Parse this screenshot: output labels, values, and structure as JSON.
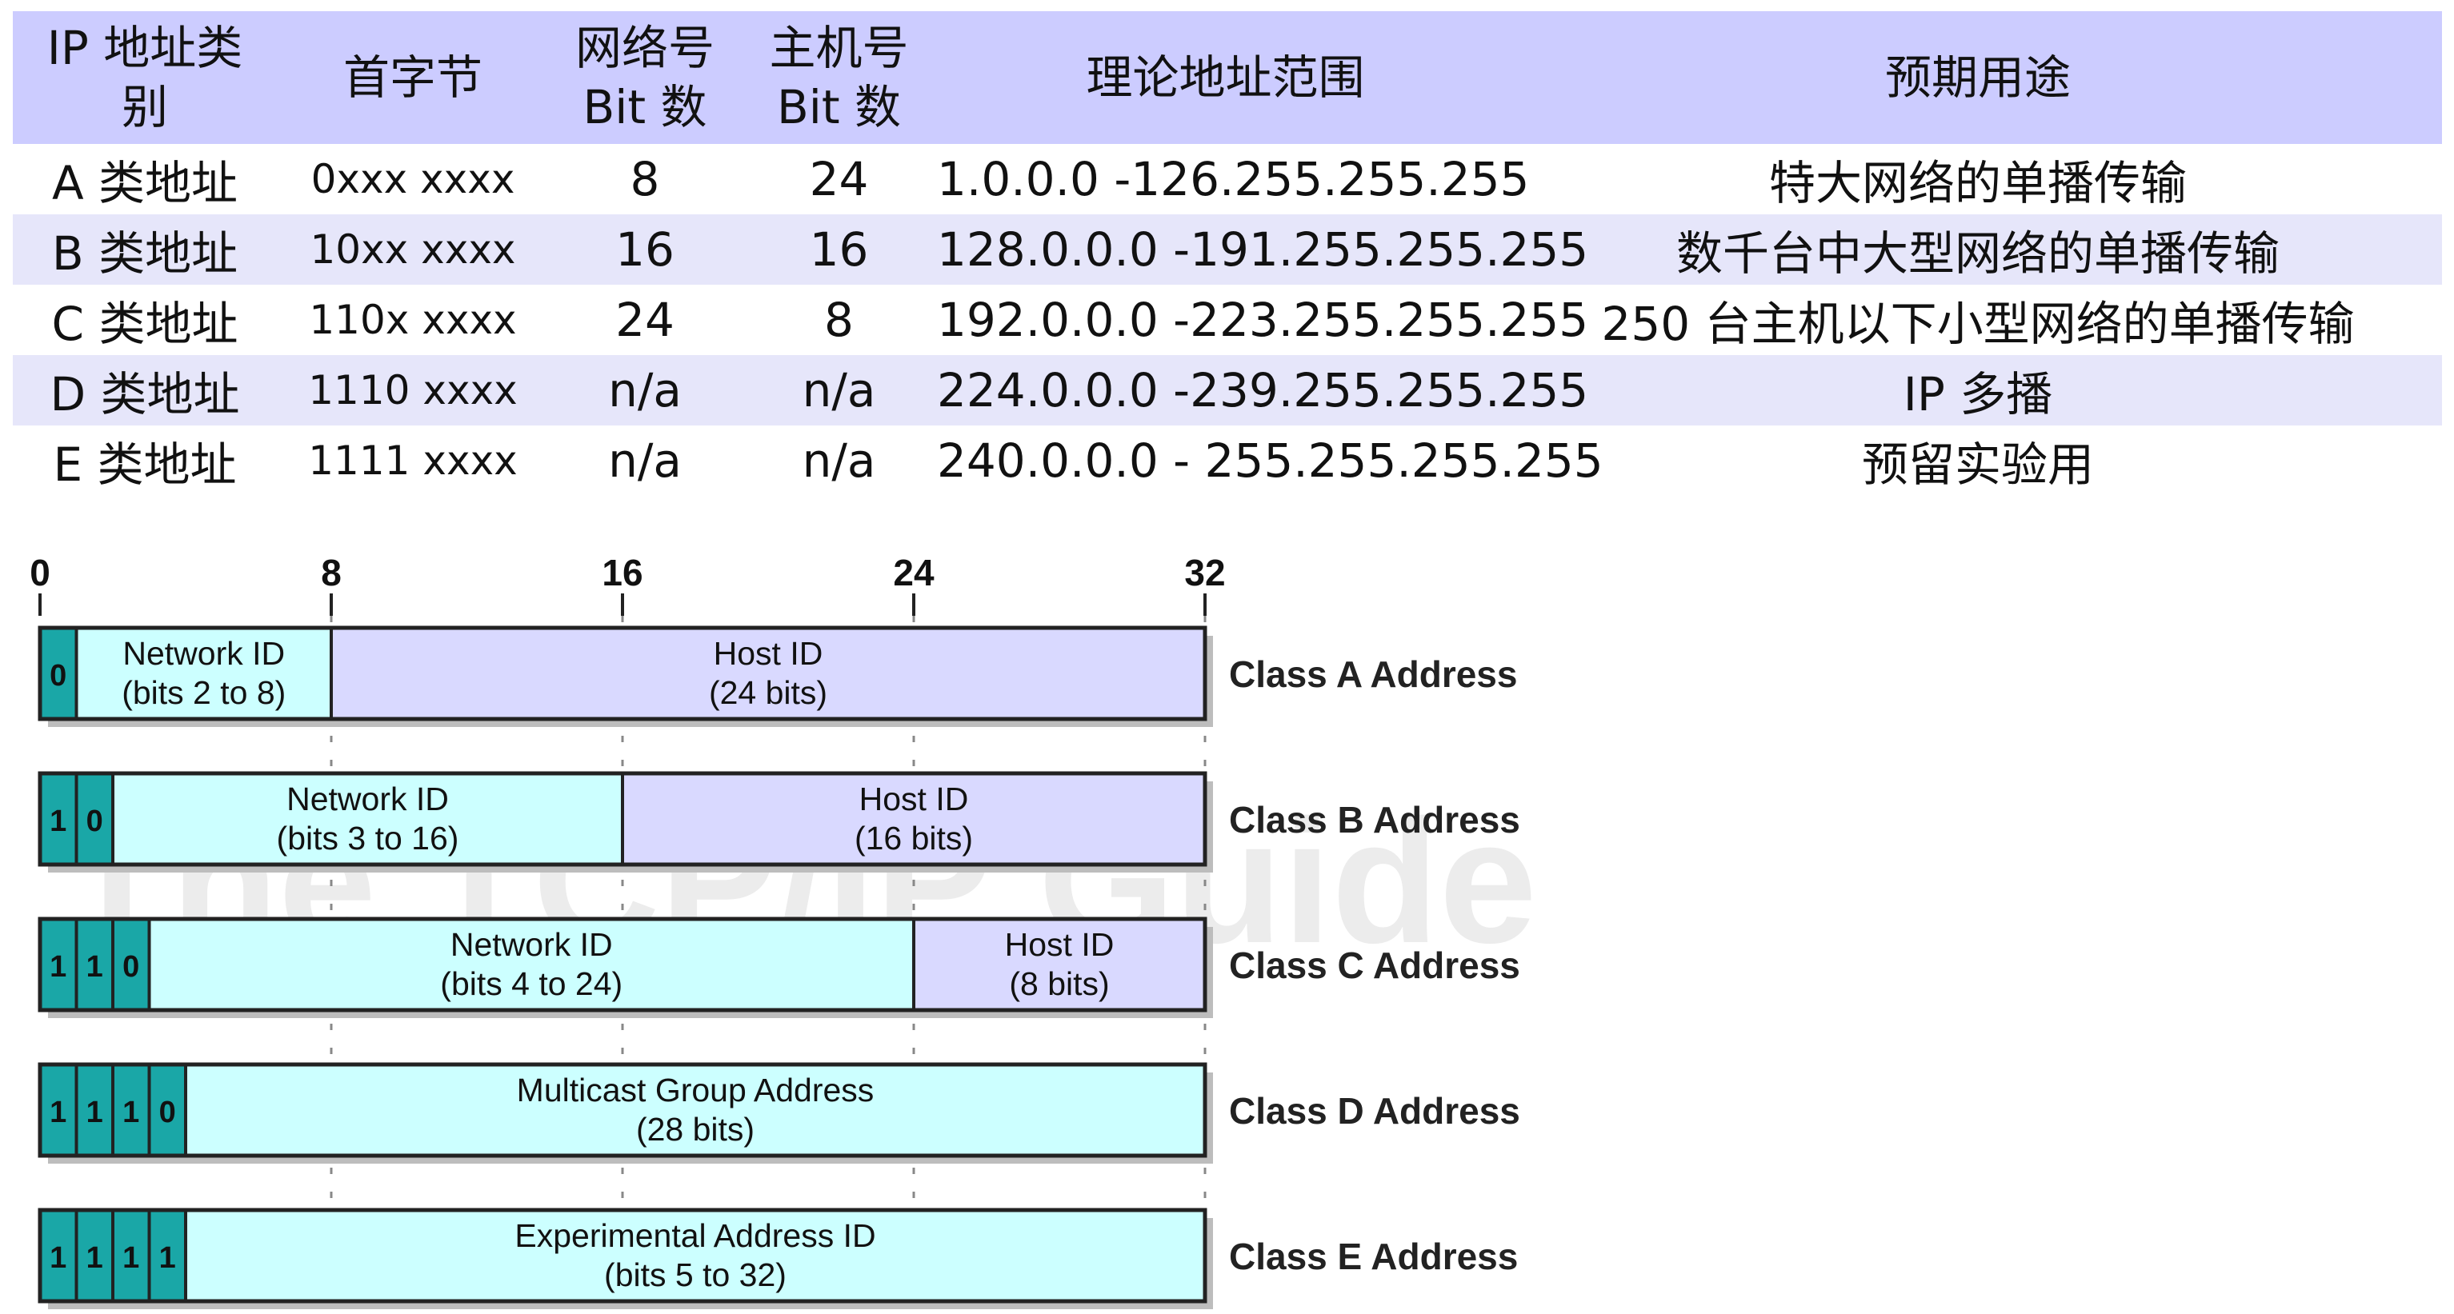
{
  "table": {
    "headers": [
      "IP 地址类别",
      "首字节",
      "网络号 Bit 数",
      "主机号 Bit 数",
      "理论地址范围",
      "预期用途"
    ],
    "rows": [
      {
        "cls": "A 类地址",
        "first_byte": "0xxx xxxx",
        "net_bits": "8",
        "host_bits": "24",
        "range": "1.0.0.0 -126.255.255.255",
        "use": "特大网络的单播传输"
      },
      {
        "cls": "B 类地址",
        "first_byte": "10xx xxxx",
        "net_bits": "16",
        "host_bits": "16",
        "range": "128.0.0.0 -191.255.255.255",
        "use": "数千台中大型网络的单播传输"
      },
      {
        "cls": "C 类地址",
        "first_byte": "110x xxxx",
        "net_bits": "24",
        "host_bits": "8",
        "range": "192.0.0.0 -223.255.255.255",
        "use": "250 台主机以下小型网络的单播传输"
      },
      {
        "cls": "D 类地址",
        "first_byte": "1110 xxxx",
        "net_bits": "n/a",
        "host_bits": "n/a",
        "range": "224.0.0.0 -239.255.255.255",
        "use": "IP 多播"
      },
      {
        "cls": "E 类地址",
        "first_byte": "1111 xxxx",
        "net_bits": "n/a",
        "host_bits": "n/a",
        "range": "240.0.0.0 - 255.255.255.255",
        "use": "预留实验用"
      }
    ]
  },
  "diagram": {
    "ticks": [
      "0",
      "8",
      "16",
      "24",
      "32"
    ],
    "watermark": "The TCP/IP Guide",
    "colors": {
      "prefix": "#1aa7a7",
      "network": "#ccffff",
      "host": "#d9d9ff",
      "border": "#222222"
    },
    "rows": [
      {
        "label": "Class A Address",
        "prefix_bits": [
          "0"
        ],
        "segments": [
          {
            "kind": "network",
            "from": 1,
            "to": 8,
            "line1": "Network ID",
            "line2": "(bits 2 to 8)"
          },
          {
            "kind": "host",
            "from": 8,
            "to": 32,
            "line1": "Host ID",
            "line2": "(24 bits)"
          }
        ]
      },
      {
        "label": "Class B Address",
        "prefix_bits": [
          "1",
          "0"
        ],
        "segments": [
          {
            "kind": "network",
            "from": 2,
            "to": 16,
            "line1": "Network ID",
            "line2": "(bits 3 to 16)"
          },
          {
            "kind": "host",
            "from": 16,
            "to": 32,
            "line1": "Host ID",
            "line2": "(16 bits)"
          }
        ]
      },
      {
        "label": "Class C Address",
        "prefix_bits": [
          "1",
          "1",
          "0"
        ],
        "segments": [
          {
            "kind": "network",
            "from": 3,
            "to": 24,
            "line1": "Network ID",
            "line2": "(bits 4 to 24)"
          },
          {
            "kind": "host",
            "from": 24,
            "to": 32,
            "line1": "Host ID",
            "line2": "(8 bits)"
          }
        ]
      },
      {
        "label": "Class D Address",
        "prefix_bits": [
          "1",
          "1",
          "1",
          "0"
        ],
        "segments": [
          {
            "kind": "network",
            "from": 4,
            "to": 32,
            "line1": "Multicast Group Address",
            "line2": "(28 bits)"
          }
        ]
      },
      {
        "label": "Class E Address",
        "prefix_bits": [
          "1",
          "1",
          "1",
          "1"
        ],
        "segments": [
          {
            "kind": "network",
            "from": 4,
            "to": 32,
            "line1": "Experimental Address ID",
            "line2": "(bits 5 to 32)"
          }
        ]
      }
    ]
  }
}
